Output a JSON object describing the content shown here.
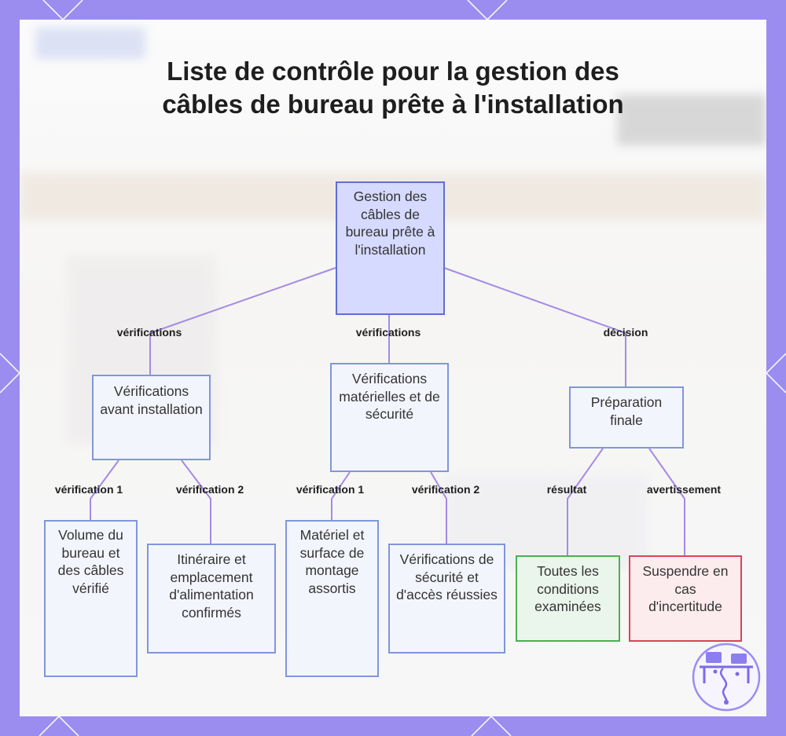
{
  "title": "Liste de contrôle pour la gestion des câbles de bureau prête à l'installation",
  "nodes": {
    "root": "Gestion des câbles de bureau prête à l'installation",
    "pre_install": "Vérifications avant installation",
    "hardware_safety": "Vérifications matérielles et de sécurité",
    "final_prep": "Préparation finale",
    "desk_volume": "Volume du bureau et des câbles vérifié",
    "route_power": "Itinéraire et emplacement d'alimentation confirmés",
    "hardware_surface": "Matériel et surface de montage assortis",
    "safety_access": "Vérifications de sécurité et d'accès réussies",
    "all_reviewed": "Toutes les conditions examinées",
    "suspend": "Suspendre en cas d'incertitude"
  },
  "edge_labels": {
    "root_pre": "vérifications",
    "root_hw": "vérifications",
    "root_final": "décision",
    "pre_1": "vérification 1",
    "pre_2": "vérification 2",
    "hw_1": "vérification 1",
    "hw_2": "vérification 2",
    "final_result": "résultat",
    "final_warning": "avertissement"
  },
  "colors": {
    "frame": "#9b8cf0",
    "node_fill": "#f3f5fd",
    "node_border": "#7f96dd",
    "root_fill": "#d6daff",
    "connector": "#a58ae6",
    "success_border": "#4caf50",
    "warning_border": "#d84457"
  },
  "logo": {
    "icon": "desk-cable-icon"
  }
}
